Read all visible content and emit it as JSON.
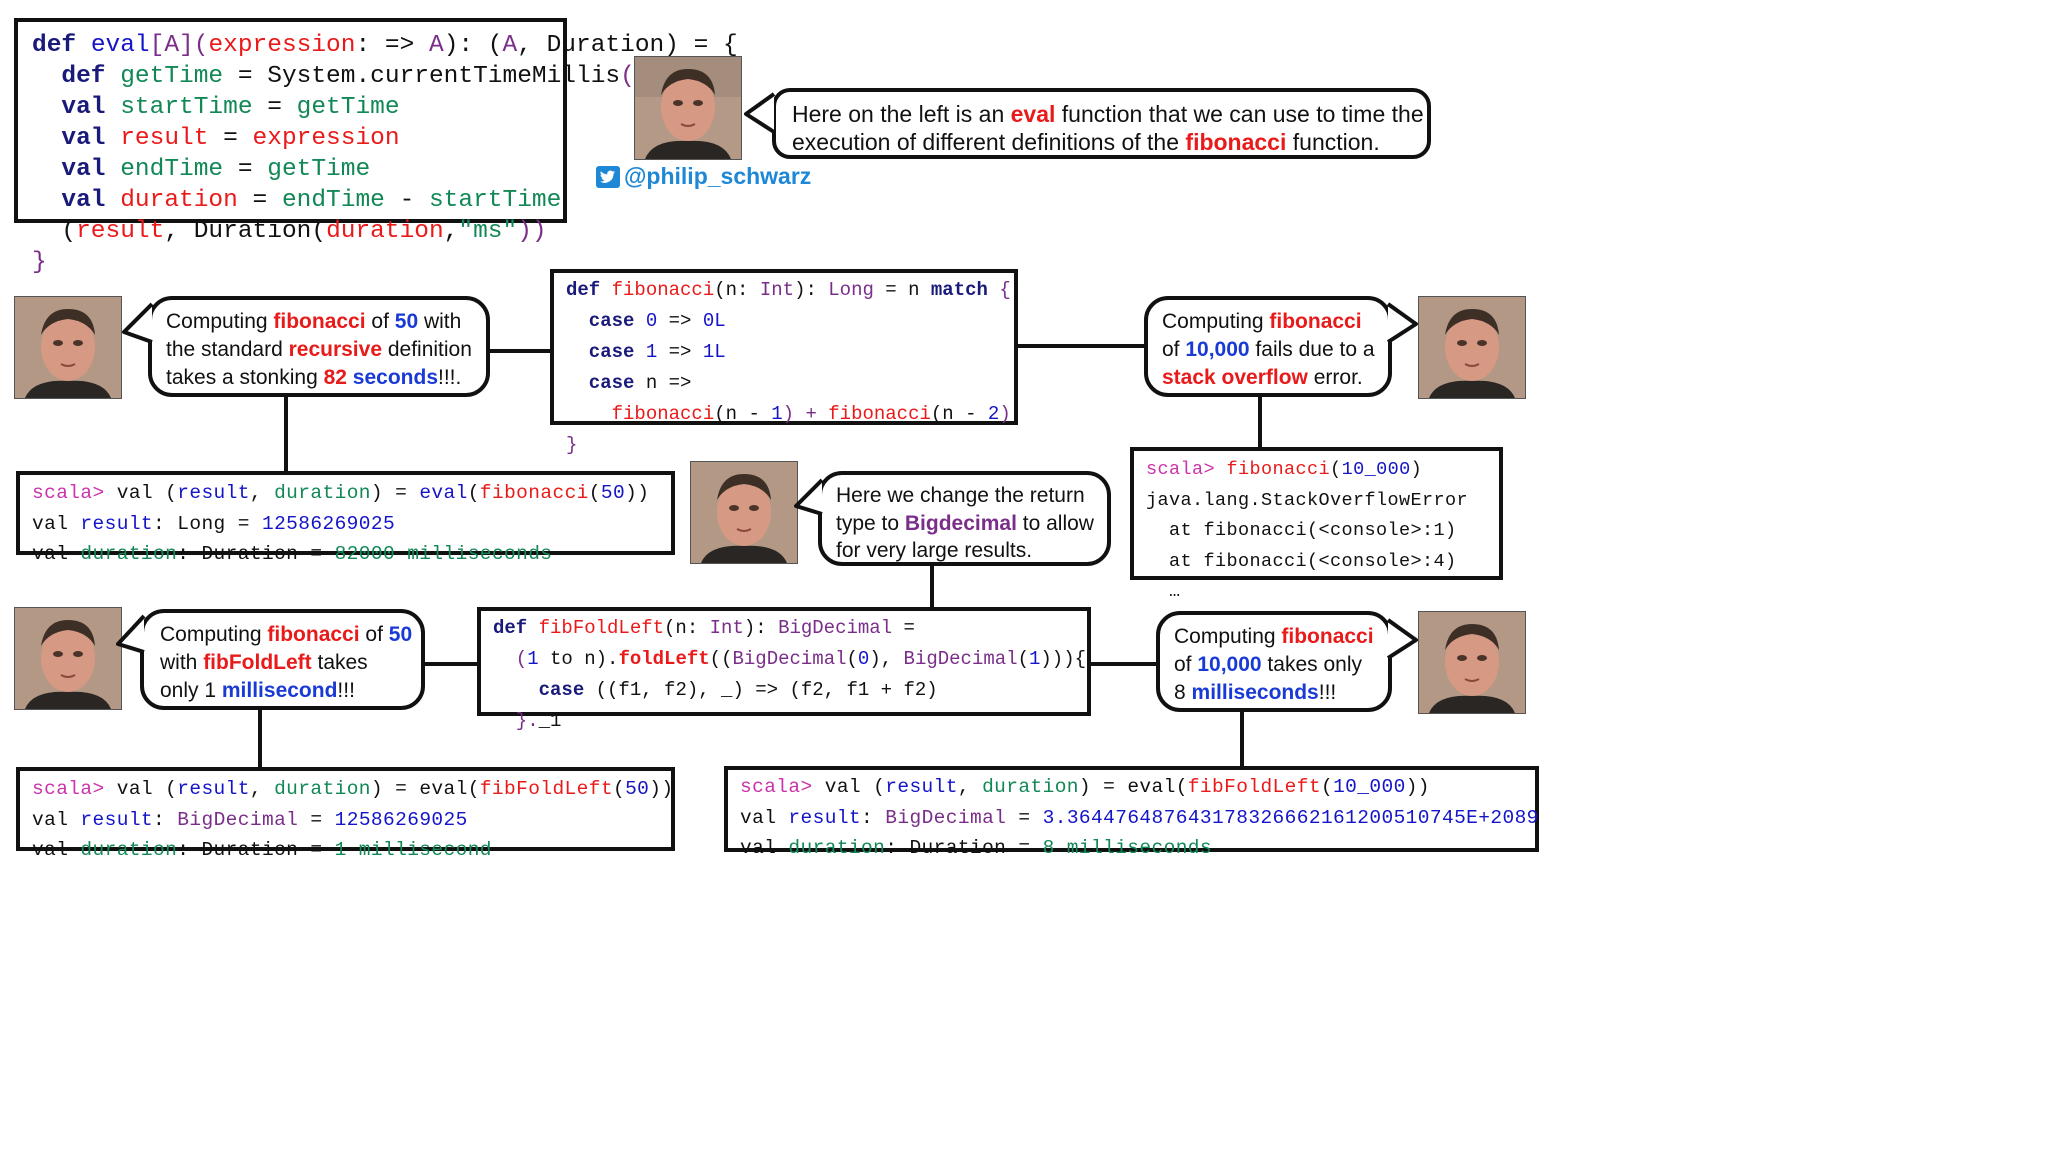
{
  "eval_code": {
    "lines": [
      [
        [
          "def ",
          "kw"
        ],
        [
          "eval",
          "num"
        ],
        [
          "[A](",
          "ty"
        ],
        [
          "expression",
          "fn"
        ],
        [
          ": => ",
          "pl"
        ],
        [
          "A",
          "ty"
        ],
        [
          "): (",
          "pl"
        ],
        [
          "A",
          "ty"
        ],
        [
          ", Duration) = {",
          "pl"
        ]
      ],
      [
        [
          "  def ",
          "kw"
        ],
        [
          "getTime",
          "vr"
        ],
        [
          " = System.currentTimeMillis",
          "pl"
        ],
        [
          "()",
          "ty"
        ]
      ],
      [
        [
          "  val ",
          "kw"
        ],
        [
          "startTime",
          "vr"
        ],
        [
          " = ",
          "pl"
        ],
        [
          "getTime",
          "vr"
        ]
      ],
      [
        [
          "  val ",
          "kw"
        ],
        [
          "result",
          "fn"
        ],
        [
          " = ",
          "pl"
        ],
        [
          "expression",
          "fn"
        ]
      ],
      [
        [
          "  val ",
          "kw"
        ],
        [
          "endTime",
          "vr"
        ],
        [
          " = ",
          "pl"
        ],
        [
          "getTime",
          "vr"
        ]
      ],
      [
        [
          "  val ",
          "kw"
        ],
        [
          "duration",
          "fn"
        ],
        [
          " = ",
          "pl"
        ],
        [
          "endTime",
          "vr"
        ],
        [
          " - ",
          "pl"
        ],
        [
          "startTime",
          "vr"
        ]
      ],
      [
        [
          "  (",
          "pl"
        ],
        [
          "result",
          "fn"
        ],
        [
          ", Duration(",
          "pl"
        ],
        [
          "duration",
          "fn"
        ],
        [
          ",",
          "pl"
        ],
        [
          "\"ms\"",
          "str"
        ],
        [
          "))",
          "ty"
        ]
      ],
      [
        [
          "}",
          "ty"
        ]
      ]
    ]
  },
  "handle": "@philip_schwarz",
  "intro_bubble": {
    "lines": [
      [
        [
          "Here on the left is an ",
          ""
        ],
        [
          "eval",
          "red"
        ],
        [
          " function that we can use to time the",
          ""
        ]
      ],
      [
        [
          "execution of different definitions of the ",
          ""
        ],
        [
          "fibonacci",
          "red"
        ],
        [
          " function.",
          ""
        ]
      ]
    ]
  },
  "fib_code": {
    "lines": [
      [
        [
          "def ",
          "kw"
        ],
        [
          "fibonacci",
          "fn"
        ],
        [
          "(n: ",
          "pl"
        ],
        [
          "Int",
          "ty"
        ],
        [
          "): ",
          "pl"
        ],
        [
          "Long",
          "ty"
        ],
        [
          " = n ",
          "pl"
        ],
        [
          "match",
          "kw"
        ],
        [
          " {",
          "ty"
        ]
      ],
      [
        [
          "  case ",
          "kw"
        ],
        [
          "0",
          "num"
        ],
        [
          " => ",
          "pl"
        ],
        [
          "0L",
          "num"
        ]
      ],
      [
        [
          "  case ",
          "kw"
        ],
        [
          "1",
          "num"
        ],
        [
          " => ",
          "pl"
        ],
        [
          "1L",
          "num"
        ]
      ],
      [
        [
          "  case ",
          "kw"
        ],
        [
          "n =>",
          "pl"
        ]
      ],
      [
        [
          "    fibonacci",
          "fn"
        ],
        [
          "(n - ",
          "pl"
        ],
        [
          "1",
          "num"
        ],
        [
          ") + ",
          "ty"
        ],
        [
          "fibonacci",
          "fn"
        ],
        [
          "(n - ",
          "pl"
        ],
        [
          "2",
          "num"
        ],
        [
          ")",
          "ty"
        ]
      ],
      [
        [
          "}",
          "ty"
        ]
      ]
    ]
  },
  "bubble_rec50": {
    "lines": [
      [
        [
          "Computing ",
          ""
        ],
        [
          "fibonacci",
          "red"
        ],
        [
          " of ",
          ""
        ],
        [
          "50",
          "blue"
        ],
        [
          " with",
          ""
        ]
      ],
      [
        [
          "the standard ",
          ""
        ],
        [
          "recursive",
          "red"
        ],
        [
          " definition",
          ""
        ]
      ],
      [
        [
          "takes a stonking ",
          ""
        ],
        [
          "82",
          "red"
        ],
        [
          " ",
          ""
        ],
        [
          "seconds",
          "blue"
        ],
        [
          "!!!.",
          ""
        ]
      ]
    ]
  },
  "bubble_rec10k": {
    "lines": [
      [
        [
          "Computing   ",
          ""
        ],
        [
          "fibonacci",
          "red"
        ]
      ],
      [
        [
          "of ",
          ""
        ],
        [
          "10,000",
          "blue"
        ],
        [
          " fails due to a",
          ""
        ]
      ],
      [
        [
          "stack overflow",
          "red"
        ],
        [
          " error.",
          ""
        ]
      ]
    ]
  },
  "repl_rec50": {
    "lines": [
      [
        [
          "scala> ",
          "pr"
        ],
        [
          "val (",
          "pl"
        ],
        [
          "result",
          "num"
        ],
        [
          ", ",
          "pl"
        ],
        [
          "duration",
          "vr"
        ],
        [
          ") = ",
          "pl"
        ],
        [
          "eval",
          "num"
        ],
        [
          "(",
          "pl"
        ],
        [
          "fibonacci",
          "fn"
        ],
        [
          "(",
          "pl"
        ],
        [
          "50",
          "num"
        ],
        [
          "))",
          "pl"
        ]
      ],
      [
        [
          "val ",
          "pl"
        ],
        [
          "result",
          "num"
        ],
        [
          ": Long = ",
          "pl"
        ],
        [
          "12586269025",
          "num"
        ]
      ],
      [
        [
          "val ",
          "pl"
        ],
        [
          "duration",
          "vr"
        ],
        [
          ": Duration = ",
          "pl"
        ],
        [
          "82000 milliseconds",
          "vr"
        ]
      ]
    ]
  },
  "repl_rec10k": {
    "lines": [
      [
        [
          "scala> ",
          "pr"
        ],
        [
          "fibonacci",
          "fn"
        ],
        [
          "(",
          "pl"
        ],
        [
          "10_000",
          "num"
        ],
        [
          ")",
          "pl"
        ]
      ],
      [
        [
          "java.lang.StackOverflowError",
          "pl"
        ]
      ],
      [
        [
          "  at fibonacci(<console>:1)",
          "pl"
        ]
      ],
      [
        [
          "  at fibonacci(<console>:4)",
          "pl"
        ]
      ],
      [
        [
          "  …",
          "pl"
        ]
      ]
    ]
  },
  "bubble_bigdecimal": {
    "lines": [
      [
        [
          "Here we change the return",
          ""
        ]
      ],
      [
        [
          "type to ",
          ""
        ],
        [
          "Bigdecimal",
          "purple"
        ],
        [
          " to allow",
          ""
        ]
      ],
      [
        [
          "for very large results.",
          ""
        ]
      ]
    ]
  },
  "foldleft_code": {
    "lines": [
      [
        [
          "def ",
          "kw"
        ],
        [
          "fibFoldLeft",
          "fn"
        ],
        [
          "(n: ",
          "pl"
        ],
        [
          "Int",
          "ty"
        ],
        [
          "): ",
          "pl"
        ],
        [
          "BigDecimal",
          "ty"
        ],
        [
          " =",
          "pl"
        ]
      ],
      [
        [
          "  (",
          "ty"
        ],
        [
          "1",
          "num"
        ],
        [
          " to n).",
          "pl"
        ],
        [
          "foldLeft",
          "fnb"
        ],
        [
          "((",
          "pl"
        ],
        [
          "BigDecimal",
          "ty"
        ],
        [
          "(",
          "pl"
        ],
        [
          "0",
          "num"
        ],
        [
          "), ",
          "pl"
        ],
        [
          "BigDecimal",
          "ty"
        ],
        [
          "(",
          "pl"
        ],
        [
          "1",
          "num"
        ],
        [
          "))){",
          "pl"
        ]
      ],
      [
        [
          "    case ",
          "kw"
        ],
        [
          "((f1, f2), _) => (f2, f1 + f2)",
          "pl"
        ]
      ],
      [
        [
          "  }.",
          "ty"
        ],
        [
          "_1",
          "pl"
        ]
      ]
    ]
  },
  "bubble_fold50": {
    "lines": [
      [
        [
          "Computing ",
          ""
        ],
        [
          "fibonacci",
          "red"
        ],
        [
          " of ",
          ""
        ],
        [
          "50",
          "blue"
        ]
      ],
      [
        [
          "with  ",
          ""
        ],
        [
          "fibFoldLeft",
          "red"
        ],
        [
          "  takes",
          ""
        ]
      ],
      [
        [
          "only 1 ",
          ""
        ],
        [
          "millisecond",
          "blue"
        ],
        [
          "!!!",
          ""
        ]
      ]
    ]
  },
  "bubble_fold10k": {
    "lines": [
      [
        [
          "Computing  ",
          ""
        ],
        [
          "fibonacci",
          "red"
        ]
      ],
      [
        [
          "of  ",
          ""
        ],
        [
          "10,000",
          "blue"
        ],
        [
          "  takes  only",
          ""
        ]
      ],
      [
        [
          "8 ",
          ""
        ],
        [
          "milliseconds",
          "blue"
        ],
        [
          "!!!",
          ""
        ]
      ]
    ]
  },
  "repl_fold50": {
    "lines": [
      [
        [
          "scala> ",
          "pr"
        ],
        [
          "val (",
          "pl"
        ],
        [
          "result",
          "num"
        ],
        [
          ", ",
          "pl"
        ],
        [
          "duration",
          "vr"
        ],
        [
          ") = eval(",
          "pl"
        ],
        [
          "fibFoldLeft",
          "fn"
        ],
        [
          "(",
          "pl"
        ],
        [
          "50",
          "num"
        ],
        [
          "))",
          "pl"
        ]
      ],
      [
        [
          "val ",
          "pl"
        ],
        [
          "result",
          "num"
        ],
        [
          ": ",
          "pl"
        ],
        [
          "BigDecimal",
          "ty"
        ],
        [
          " = ",
          "pl"
        ],
        [
          "12586269025",
          "num"
        ]
      ],
      [
        [
          "val ",
          "pl"
        ],
        [
          "duration",
          "vr"
        ],
        [
          ": Duration = ",
          "pl"
        ],
        [
          "1 millisecond",
          "vr"
        ]
      ]
    ]
  },
  "repl_fold10k": {
    "lines": [
      [
        [
          "scala> ",
          "pr"
        ],
        [
          "val (",
          "pl"
        ],
        [
          "result",
          "num"
        ],
        [
          ", ",
          "pl"
        ],
        [
          "duration",
          "vr"
        ],
        [
          ") = eval(",
          "pl"
        ],
        [
          "fibFoldLeft",
          "fn"
        ],
        [
          "(",
          "pl"
        ],
        [
          "10_000",
          "num"
        ],
        [
          "))",
          "pl"
        ]
      ],
      [
        [
          "val ",
          "pl"
        ],
        [
          "result",
          "num"
        ],
        [
          ": ",
          "pl"
        ],
        [
          "BigDecimal",
          "ty"
        ],
        [
          " = ",
          "pl"
        ],
        [
          "3.364476487643178326662161200510745E+2089",
          "num"
        ]
      ],
      [
        [
          "val ",
          "pl"
        ],
        [
          "duration",
          "vr"
        ],
        [
          ": Duration = ",
          "pl"
        ],
        [
          "8 milliseconds",
          "vr"
        ]
      ]
    ]
  }
}
